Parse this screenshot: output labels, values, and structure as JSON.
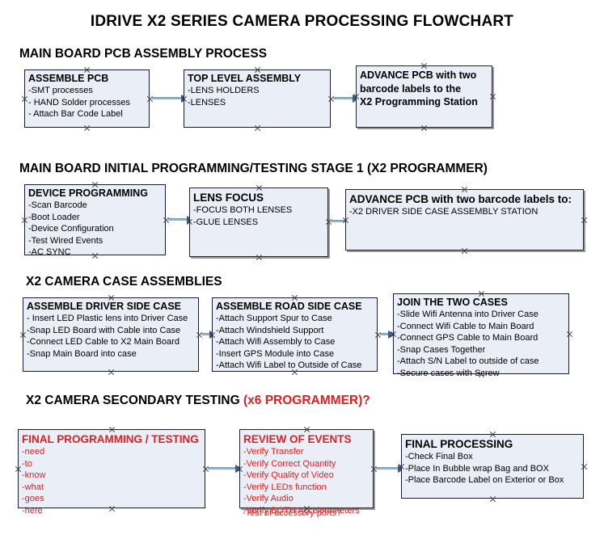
{
  "title": "IDRIVE X2  SERIES CAMERA PROCESSING FLOWCHART",
  "colors": {
    "box_fill": "#e9eef7",
    "box_border": "#1a1a2e",
    "connector": "#96aec8",
    "arrowhead": "#3f5d86",
    "accent_red": "#e02020",
    "text": "#000000"
  },
  "sections": [
    {
      "heading": "MAIN BOARD PCB ASSEMBLY PROCESS",
      "heading_red": "",
      "boxes": [
        {
          "header": "ASSEMBLE PCB",
          "lines": [
            "-SMT processes",
            "- HAND Solder processes",
            "- Attach Bar Code Label"
          ]
        },
        {
          "header": "TOP LEVEL ASSEMBLY",
          "lines": [
            "-LENS HOLDERS",
            "-LENSES"
          ]
        },
        {
          "header": "",
          "lines": [
            "ADVANCE PCB with two",
            "barcode labels to the",
            " X2 Programming Station"
          ]
        }
      ]
    },
    {
      "heading": "MAIN BOARD INITIAL PROGRAMMING/TESTING STAGE 1 (X2 PROGRAMMER)",
      "heading_red": "",
      "boxes": [
        {
          "header": "DEVICE PROGRAMMING",
          "lines": [
            "-Scan Barcode",
            "-Boot Loader",
            "-Device Configuration",
            "-Test Wired Events",
            "-AC SYNC"
          ]
        },
        {
          "header": "LENS FOCUS",
          "lines": [
            "-FOCUS BOTH LENSES",
            "-GLUE LENSES"
          ]
        },
        {
          "header": "ADVANCE PCB with two barcode labels to:",
          "lines": [
            "-X2 DRIVER  SIDE  CASE  ASSEMBLY STATION"
          ]
        }
      ]
    },
    {
      "heading": "X2 CAMERA CASE ASSEMBLIES",
      "heading_red": "",
      "boxes": [
        {
          "header": "ASSEMBLE DRIVER SIDE CASE",
          "lines": [
            "- Insert LED Plastic lens into Driver Case",
            "-Snap LED Board with Cable into Case",
            "-Connect LED Cable to X2 Main Board",
            "-Snap Main Board into case"
          ]
        },
        {
          "header": "ASSEMBLE ROAD SIDE CASE",
          "lines": [
            "-Attach Support Spur to Case",
            "-Attach Windshield Support",
            "-Attach Wifi Assembly to Case",
            "-Insert GPS Module into Case",
            "-Attach Wifi Label to Outside of Case"
          ]
        },
        {
          "header": "JOIN THE TWO CASES",
          "lines": [
            "-Slide Wifi Antenna into Driver Case",
            "-Connect Wifi Cable to Main Board",
            "-Connect GPS Cable to Main Board",
            "-Snap Cases Together",
            "-Attach S/N Label to outside of case",
            "-Secure cases with Screw"
          ]
        }
      ]
    },
    {
      "heading": "X2 CAMERA SECONDARY TESTING ",
      "heading_red": "(x6 PROGRAMMER)?",
      "boxes": [
        {
          "header": "FINAL PROGRAMMING / TESTING",
          "lines": [
            "-need",
            "-to",
            "-know",
            "-what",
            "-goes",
            "-here"
          ]
        },
        {
          "header": "REVIEW OF EVENTS",
          "lines": [
            "-Verify Transfer",
            "-Verify Correct Quantity",
            "-Verify Quality of Video",
            "-Verify LEDs function",
            "-Verify Audio",
            "-Verify BOTH Accelerometers"
          ],
          "overflow_line": "-Test of accessory ports?"
        },
        {
          "header": "FINAL PROCESSING",
          "lines": [
            " -Check Final Box",
            "-Place In Bubble wrap Bag and BOX",
            "-Place Barcode Label on Exterior or Box"
          ]
        }
      ]
    }
  ]
}
